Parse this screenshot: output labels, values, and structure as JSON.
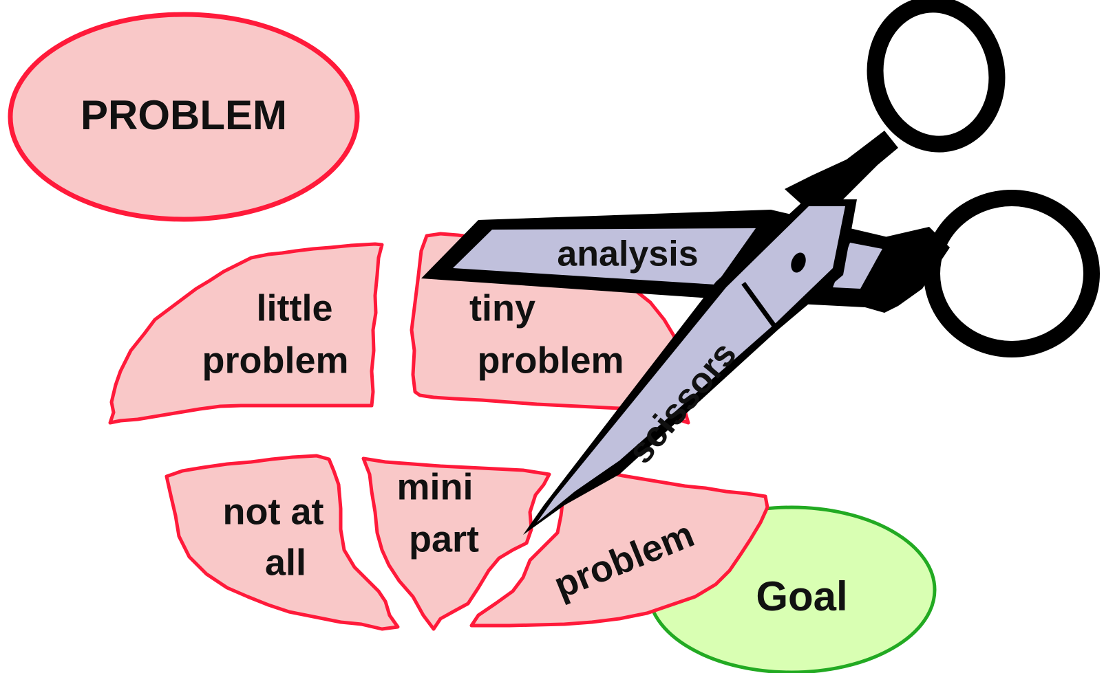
{
  "colors": {
    "piece_fill": "#f9c8c8",
    "piece_stroke": "#ff1a3a",
    "goal_fill": "#d9ffb3",
    "goal_stroke": "#22aa22",
    "blade_fill": "#c0c0dc",
    "handle": "#000000"
  },
  "problem_ellipse": {
    "label": "PROBLEM"
  },
  "pieces": {
    "little": {
      "line1": "little",
      "line2": "problem"
    },
    "tiny": {
      "line1": "tiny",
      "line2": "problem"
    },
    "not_at_all": {
      "line1": "not at",
      "line2": "all"
    },
    "mini": {
      "line1": "mini",
      "line2": "part"
    },
    "problem": {
      "label": "problem"
    }
  },
  "goal": {
    "label": "Goal"
  },
  "scissors": {
    "upper_blade_label": "analysis",
    "lower_blade_label": "scissors"
  }
}
